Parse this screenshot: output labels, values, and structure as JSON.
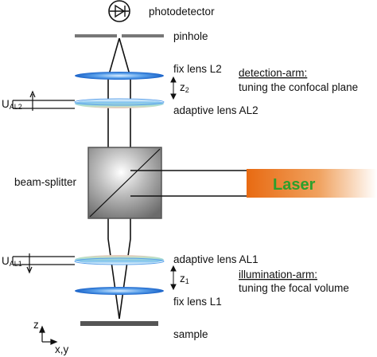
{
  "labels": {
    "photodetector": "photodetector",
    "pinhole": "pinhole",
    "fix_lens_l2": "fix lens L2",
    "z2_letter": "z",
    "z2_sub": "2",
    "adaptive_lens_al2": "adaptive lens AL2",
    "detection_arm_title": "detection-arm:",
    "detection_arm_desc": "tuning the confocal plane",
    "u_al2_letter": "U",
    "u_al2_sub": "AL2",
    "beam_splitter": "beam-splitter",
    "laser": "Laser",
    "u_al1_letter": "U",
    "u_al1_sub": "AL1",
    "adaptive_lens_al1": "adaptive lens AL1",
    "z1_letter": "z",
    "z1_sub": "1",
    "illumination_arm_title": "illumination-arm:",
    "illumination_arm_desc": "tuning the focal volume",
    "fix_lens_l1": "fix lens L1",
    "axis_z": "z",
    "axis_xy": "x,y",
    "sample": "sample"
  },
  "colors": {
    "lens_blue": "#1f6fd1",
    "laser_orange": "#e8741e",
    "laser_text": "#2ca02c",
    "cube_gray": "#8a8a8a"
  }
}
